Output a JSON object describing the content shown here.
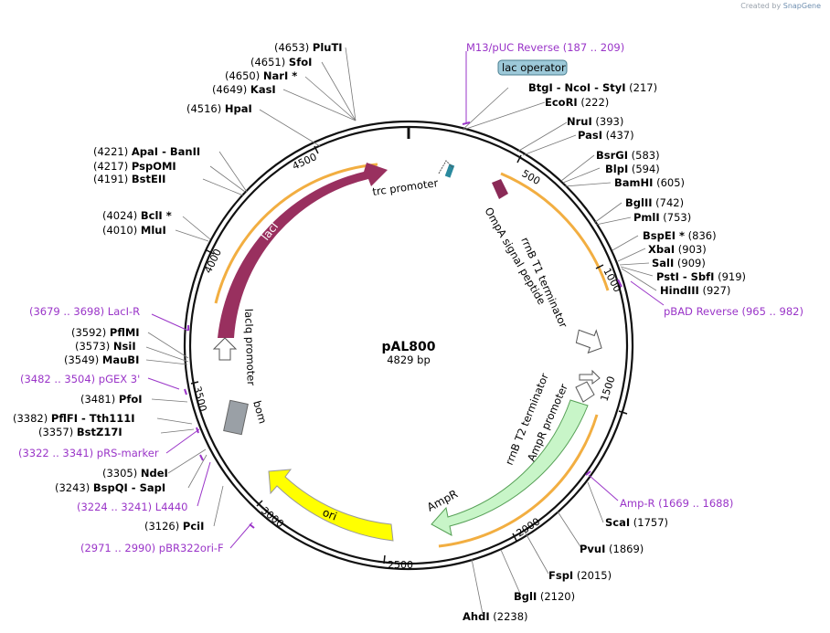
{
  "credit": {
    "prefix": "Created by",
    "brand": "SnapGene"
  },
  "plasmid": {
    "name": "pAL800",
    "size": "4829 bp",
    "length": 4829
  },
  "colors": {
    "lacI": "#99305f",
    "ompA": "#8a2a57",
    "ori": "#ffff00",
    "ampR": "#c8f5c8",
    "ampR_stroke": "#56a056",
    "bom": "#9aa0a6",
    "orf": "#f0a020",
    "primer": "#9a35c8",
    "operator": "#9dc9d9",
    "lacop_feature": "#2a8a9e"
  },
  "ticks": [
    {
      "label": "500"
    },
    {
      "label": "1000"
    },
    {
      "label": "1500"
    },
    {
      "label": "2000"
    },
    {
      "label": "2500"
    },
    {
      "label": "3000"
    },
    {
      "label": "3500"
    },
    {
      "label": "4000"
    },
    {
      "label": "4500"
    }
  ],
  "features": [
    {
      "name": "lacI",
      "label": "lacI"
    },
    {
      "name": "ori",
      "label": "ori"
    },
    {
      "name": "AmpR",
      "label": "AmpR"
    },
    {
      "name": "OmpA",
      "label": "OmpA signal peptide"
    },
    {
      "name": "trc",
      "label": "trc promoter"
    },
    {
      "name": "rrnB1",
      "label": "rrnB T1 terminator"
    },
    {
      "name": "rrnB2",
      "label": "rrnB T2 terminator"
    },
    {
      "name": "AmpRprom",
      "label": "AmpR promoter"
    },
    {
      "name": "lacIq",
      "label": "lacIq promoter"
    },
    {
      "name": "bom",
      "label": "bom"
    },
    {
      "name": "lacop",
      "label": "lac operator"
    }
  ],
  "sites": [
    {
      "name": "PluTI",
      "pos": "(4653)",
      "star": ""
    },
    {
      "name": "SfoI",
      "pos": "(4651)",
      "star": ""
    },
    {
      "name": "NarI",
      "pos": "(4650)",
      "star": " *"
    },
    {
      "name": "KasI",
      "pos": "(4649)",
      "star": ""
    },
    {
      "name": "HpaI",
      "pos": "(4516)",
      "star": ""
    },
    {
      "name": "ApaI  - BanII",
      "pos": "(4221)",
      "star": ""
    },
    {
      "name": "PspOMI",
      "pos": "(4217)",
      "star": ""
    },
    {
      "name": "BstEII",
      "pos": "(4191)",
      "star": ""
    },
    {
      "name": "BclI",
      "pos": "(4024)",
      "star": " *"
    },
    {
      "name": "MluI",
      "pos": "(4010)",
      "star": ""
    },
    {
      "name": "PflMI",
      "pos": "(3592)",
      "star": ""
    },
    {
      "name": "NsiI",
      "pos": "(3573)",
      "star": ""
    },
    {
      "name": "MauBI",
      "pos": "(3549)",
      "star": ""
    },
    {
      "name": "PfoI",
      "pos": "(3481)",
      "star": ""
    },
    {
      "name": "PflFI  - Tth111I",
      "pos": "(3382)",
      "star": ""
    },
    {
      "name": "BstZ17I",
      "pos": "(3357)",
      "star": ""
    },
    {
      "name": "NdeI",
      "pos": "(3305)",
      "star": ""
    },
    {
      "name": "BspQI  - SapI",
      "pos": "(3243)",
      "star": ""
    },
    {
      "name": "PciI",
      "pos": "(3126)",
      "star": ""
    },
    {
      "name": "BtgI  - NcoI  - StyI",
      "pos": "(217)",
      "star": ""
    },
    {
      "name": "EcoRI",
      "pos": "(222)",
      "star": ""
    },
    {
      "name": "NruI",
      "pos": "(393)",
      "star": ""
    },
    {
      "name": "PasI",
      "pos": "(437)",
      "star": ""
    },
    {
      "name": "BsrGI",
      "pos": "(583)",
      "star": ""
    },
    {
      "name": "BlpI",
      "pos": "(594)",
      "star": ""
    },
    {
      "name": "BamHI",
      "pos": "(605)",
      "star": ""
    },
    {
      "name": "BglII",
      "pos": "(742)",
      "star": ""
    },
    {
      "name": "PmlI",
      "pos": "(753)",
      "star": ""
    },
    {
      "name": "BspEI",
      "pos": "(836)",
      "star": " *"
    },
    {
      "name": "XbaI",
      "pos": "(903)",
      "star": ""
    },
    {
      "name": "SalI",
      "pos": "(909)",
      "star": ""
    },
    {
      "name": "PstI  - SbfI",
      "pos": "(919)",
      "star": ""
    },
    {
      "name": "HindIII",
      "pos": "(927)",
      "star": ""
    },
    {
      "name": "ScaI",
      "pos": "(1757)",
      "star": ""
    },
    {
      "name": "PvuI",
      "pos": "(1869)",
      "star": ""
    },
    {
      "name": "FspI",
      "pos": "(2015)",
      "star": ""
    },
    {
      "name": "BglI",
      "pos": "(2120)",
      "star": ""
    },
    {
      "name": "AhdI",
      "pos": "(2238)",
      "star": ""
    }
  ],
  "primers": [
    {
      "name": "M13/pUC Reverse",
      "range": "(187 .. 209)"
    },
    {
      "name": "pBAD Reverse",
      "range": "(965 .. 982)"
    },
    {
      "name": "Amp-R",
      "range": "(1669 .. 1688)"
    },
    {
      "name": "pBR322ori-F",
      "range": "(2971 .. 2990)"
    },
    {
      "name": "L4440",
      "range": "(3224 .. 3241)"
    },
    {
      "name": "pRS-marker",
      "range": "(3322 .. 3341)"
    },
    {
      "name": "pGEX 3'",
      "range": "(3482 .. 3504)"
    },
    {
      "name": "LacI-R",
      "range": "(3679 .. 3698)"
    }
  ]
}
